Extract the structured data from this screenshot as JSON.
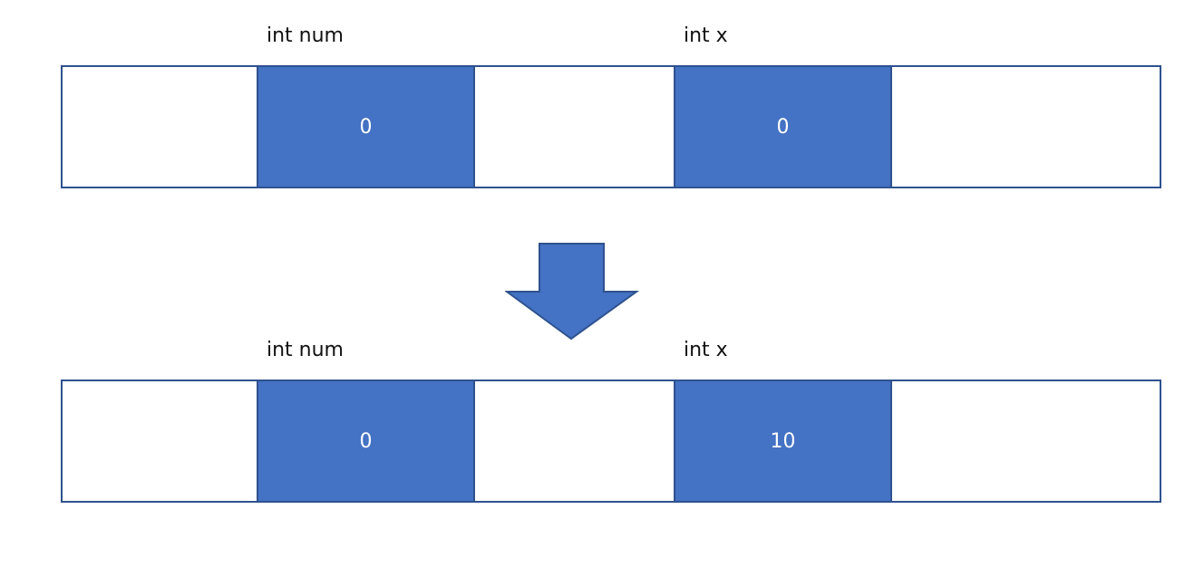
{
  "before": {
    "labels": [
      "int num",
      "int x"
    ],
    "cells": [
      "0",
      "0"
    ]
  },
  "after": {
    "labels": [
      "int num",
      "int x"
    ],
    "cells": [
      "0",
      "10"
    ]
  },
  "colors": {
    "cell_fill": "#4472c4",
    "border": "#2f528f",
    "cell_text": "#ffffff",
    "label_text": "#111111"
  }
}
